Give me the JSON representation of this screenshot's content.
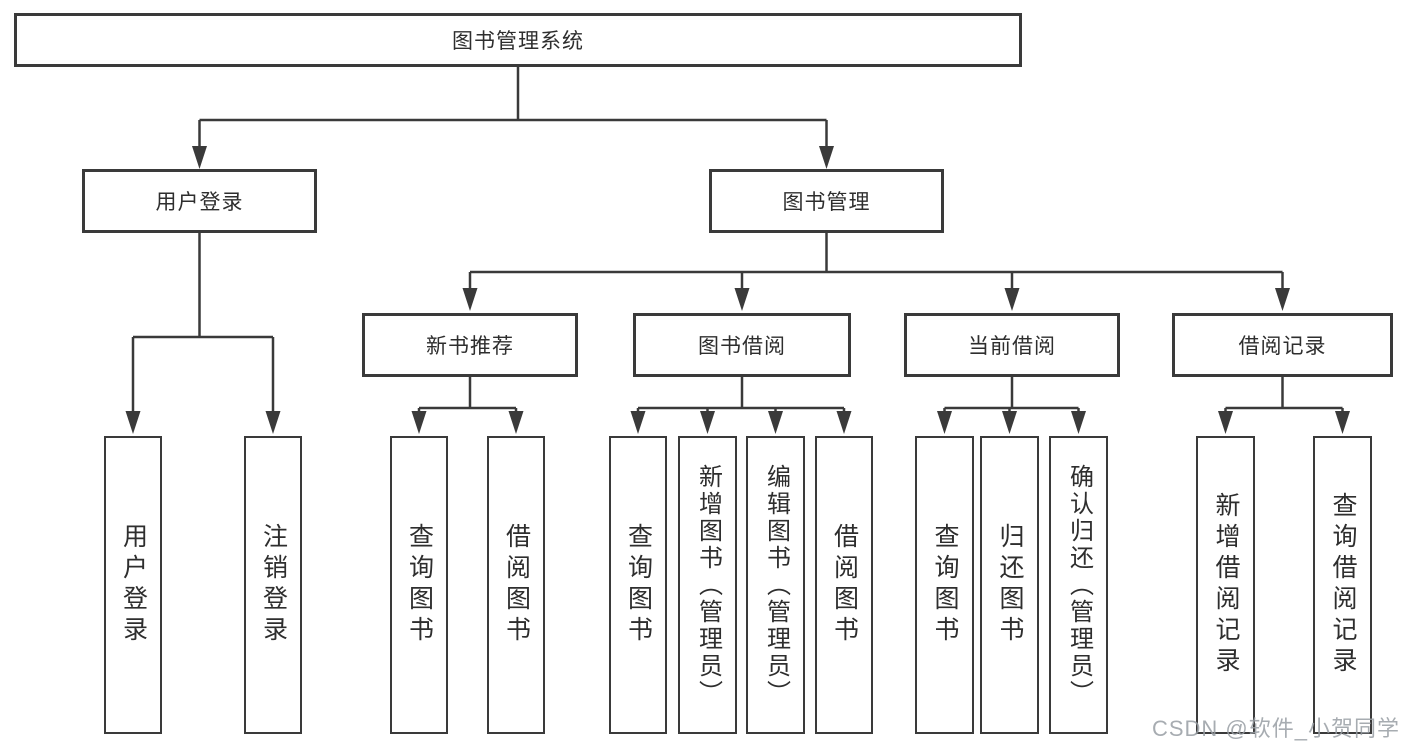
{
  "tree": {
    "root": {
      "label": "图书管理系统"
    },
    "level2": [
      {
        "label": "用户登录",
        "leaves": [
          {
            "label": "用户登录"
          },
          {
            "label": "注销登录"
          }
        ]
      },
      {
        "label": "图书管理",
        "groups": [
          {
            "label": "新书推荐",
            "leaves": [
              {
                "label": "查询图书"
              },
              {
                "label": "借阅图书"
              }
            ]
          },
          {
            "label": "图书借阅",
            "leaves": [
              {
                "label": "查询图书"
              },
              {
                "label": "新增图书（管理员）"
              },
              {
                "label": "编辑图书（管理员）"
              },
              {
                "label": "借阅图书"
              }
            ]
          },
          {
            "label": "当前借阅",
            "leaves": [
              {
                "label": "查询图书"
              },
              {
                "label": "归还图书"
              },
              {
                "label": "确认归还（管理员）"
              }
            ]
          },
          {
            "label": "借阅记录",
            "leaves": [
              {
                "label": "新增借阅记录"
              },
              {
                "label": "查询借阅记录"
              }
            ]
          }
        ]
      }
    ]
  },
  "watermark": {
    "text": "CSDN @软件_小贺同学"
  },
  "colors": {
    "line": "#3a3a3a",
    "box_border": "#3a3a3a",
    "text": "#2e2e2e",
    "watermark": "#989da3"
  }
}
